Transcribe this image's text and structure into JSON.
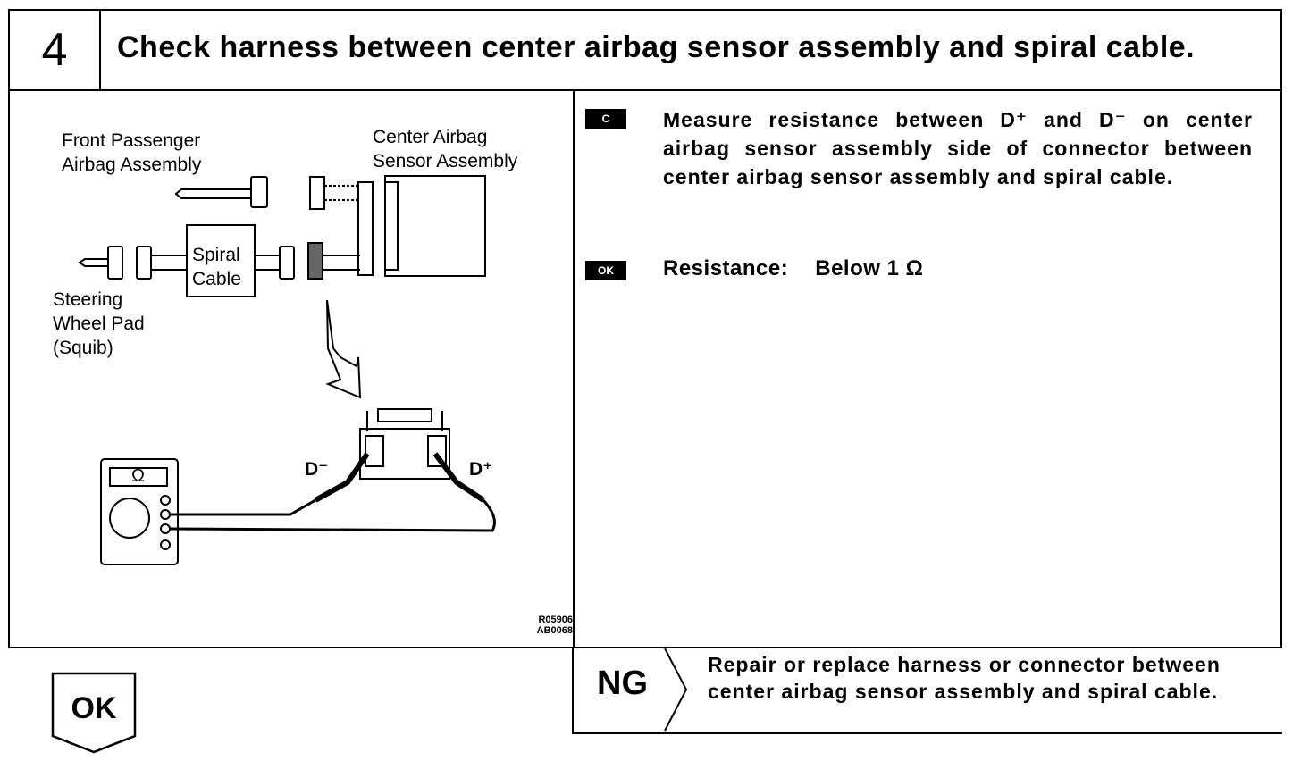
{
  "header": {
    "step_number": "4",
    "title": "Check harness between center airbag sensor assembly and spiral cable."
  },
  "diagram": {
    "label_front_passenger_line1": "Front Passenger",
    "label_front_passenger_line2": "Airbag Assembly",
    "label_center_airbag_line1": "Center Airbag",
    "label_center_airbag_line2": "Sensor Assembly",
    "label_spiral_line1": "Spiral",
    "label_spiral_line2": "Cable",
    "label_steering_line1": "Steering",
    "label_steering_line2": "Wheel Pad",
    "label_steering_line3": "(Squib)",
    "label_d_minus": "D⁻",
    "label_d_plus": "D⁺",
    "meter_omega": "Ω",
    "ref_code_line1": "R05906",
    "ref_code_line2": "AB0068"
  },
  "instructions": {
    "check_tag": "C",
    "text": "Measure resistance between D⁺ and D⁻ on center airbag sensor assembly side of connector between center airbag sensor assembly and spiral cable.",
    "ok_tag": "OK",
    "spec_label": "Resistance:",
    "spec_value": "Below 1 Ω"
  },
  "results": {
    "ok_label": "OK",
    "ng_label": "NG",
    "ng_action": "Repair or replace harness or connector between center airbag sensor assembly and spiral cable."
  }
}
